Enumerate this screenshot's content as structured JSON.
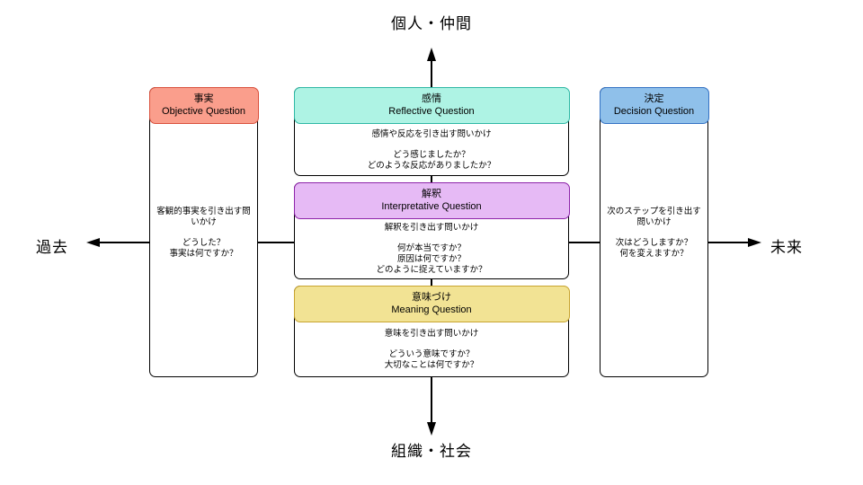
{
  "diagram": {
    "axes": {
      "top_label": "個人・仲間",
      "bottom_label": "組織・社会",
      "left_label": "過去",
      "right_label": "未来"
    },
    "line_color": "#000000",
    "boxes": [
      {
        "id": "objective",
        "title": "事実",
        "subtitle": "Objective Question",
        "header_fill": "#fa9e8c",
        "header_stroke": "#d9503c",
        "description": "客観的事実を引き出す問いかけ",
        "questions": [
          "どうした？",
          "事実は何ですか？"
        ]
      },
      {
        "id": "reflective",
        "title": "感情",
        "subtitle": "Reflective Question",
        "header_fill": "#aef3e4",
        "header_stroke": "#2eb8a5",
        "description": "感情や反応を引き出す問いかけ",
        "questions": [
          "どう感じましたか？",
          "どのような反応がありましたか？"
        ]
      },
      {
        "id": "interpretative",
        "title": "解釈",
        "subtitle": "Interpretative Question",
        "header_fill": "#e6baf5",
        "header_stroke": "#8e24aa",
        "description": "解釈を引き出す問いかけ",
        "questions": [
          "何が本当ですか？",
          "原因は何ですか？",
          "どのように捉えていますか？"
        ]
      },
      {
        "id": "meaning",
        "title": "意味づけ",
        "subtitle": "Meaning Question",
        "header_fill": "#f2e394",
        "header_stroke": "#c8a430",
        "description": "意味を引き出す問いかけ",
        "questions": [
          "どういう意味ですか？",
          "大切なことは何ですか？"
        ]
      },
      {
        "id": "decision",
        "title": "決定",
        "subtitle": "Decision Question",
        "header_fill": "#8fc0ea",
        "header_stroke": "#3472c4",
        "description": "次のステップを引き出す問いかけ",
        "questions": [
          "次はどうしますか？",
          "何を変えますか？"
        ]
      }
    ]
  }
}
